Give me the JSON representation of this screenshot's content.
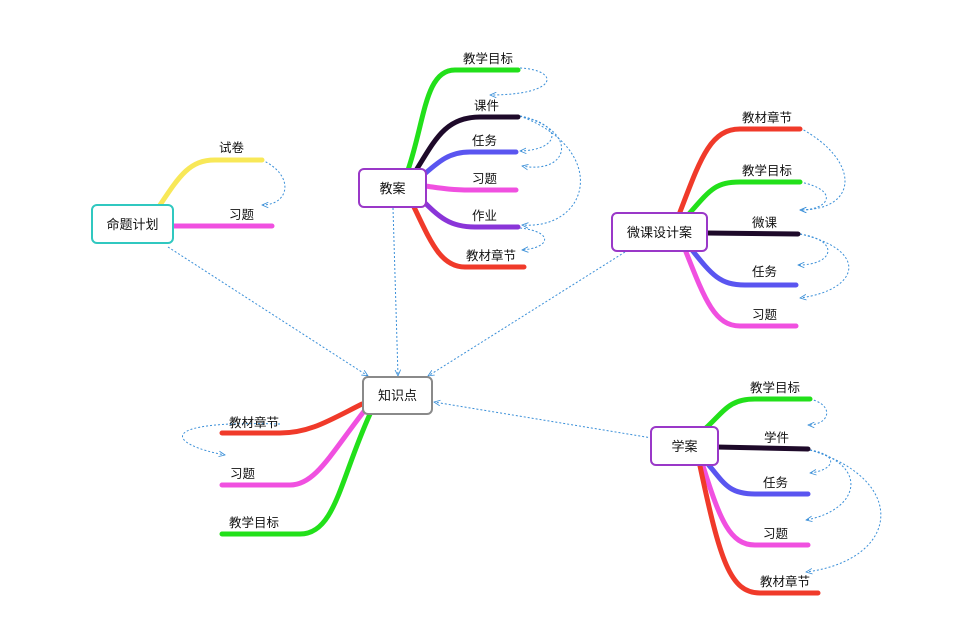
{
  "colors": {
    "green": "#22e01a",
    "black": "#1e0a2a",
    "blue": "#5a55f0",
    "pink": "#f050e0",
    "purple": "#8a35d8",
    "red": "#f03a2a",
    "yellow": "#f8e858",
    "teal": "#30c8c0",
    "gray": "#8a8a8a",
    "node_purple": "#9a38c8",
    "arrow": "#3a8fd8"
  },
  "nodes": {
    "jiaoan": {
      "label": "教案",
      "color": "purple"
    },
    "mingti": {
      "label": "命题计划",
      "color": "teal"
    },
    "weike": {
      "label": "微课设计案",
      "color": "purple"
    },
    "zhishi": {
      "label": "知识点",
      "color": "gray"
    },
    "xuean": {
      "label": "学案",
      "color": "purple"
    }
  },
  "branches": {
    "jiaoan": [
      {
        "label": "教学目标",
        "color": "green"
      },
      {
        "label": "课件",
        "color": "black"
      },
      {
        "label": "任务",
        "color": "blue"
      },
      {
        "label": "习题",
        "color": "pink"
      },
      {
        "label": "作业",
        "color": "purple"
      },
      {
        "label": "教材章节",
        "color": "red"
      }
    ],
    "mingti": [
      {
        "label": "试卷",
        "color": "yellow"
      },
      {
        "label": "习题",
        "color": "pink"
      }
    ],
    "weike": [
      {
        "label": "教材章节",
        "color": "red"
      },
      {
        "label": "教学目标",
        "color": "green"
      },
      {
        "label": "微课",
        "color": "black"
      },
      {
        "label": "任务",
        "color": "blue"
      },
      {
        "label": "习题",
        "color": "pink"
      }
    ],
    "zhishi": [
      {
        "label": "教材章节",
        "color": "red"
      },
      {
        "label": "习题",
        "color": "pink"
      },
      {
        "label": "教学目标",
        "color": "green"
      }
    ],
    "xuean": [
      {
        "label": "教学目标",
        "color": "green"
      },
      {
        "label": "学件",
        "color": "black"
      },
      {
        "label": "任务",
        "color": "blue"
      },
      {
        "label": "习题",
        "color": "pink"
      },
      {
        "label": "教材章节",
        "color": "red"
      }
    ]
  }
}
